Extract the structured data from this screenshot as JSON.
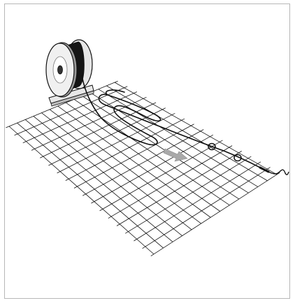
{
  "diagram": {
    "kind": "heating cable laying on mesh",
    "elements": [
      "cable-reel",
      "reel-stand",
      "mesh-grid",
      "heating-cable",
      "direction-arrow",
      "cable-clip",
      "cable-clip",
      "cold-lead"
    ],
    "colors": {
      "frame": "#b7b7b7",
      "line": "#111111",
      "reel-face": "#f0f0f0",
      "reel-shadow": "#9a9a9a",
      "arrow": "#a9a9a9"
    }
  }
}
